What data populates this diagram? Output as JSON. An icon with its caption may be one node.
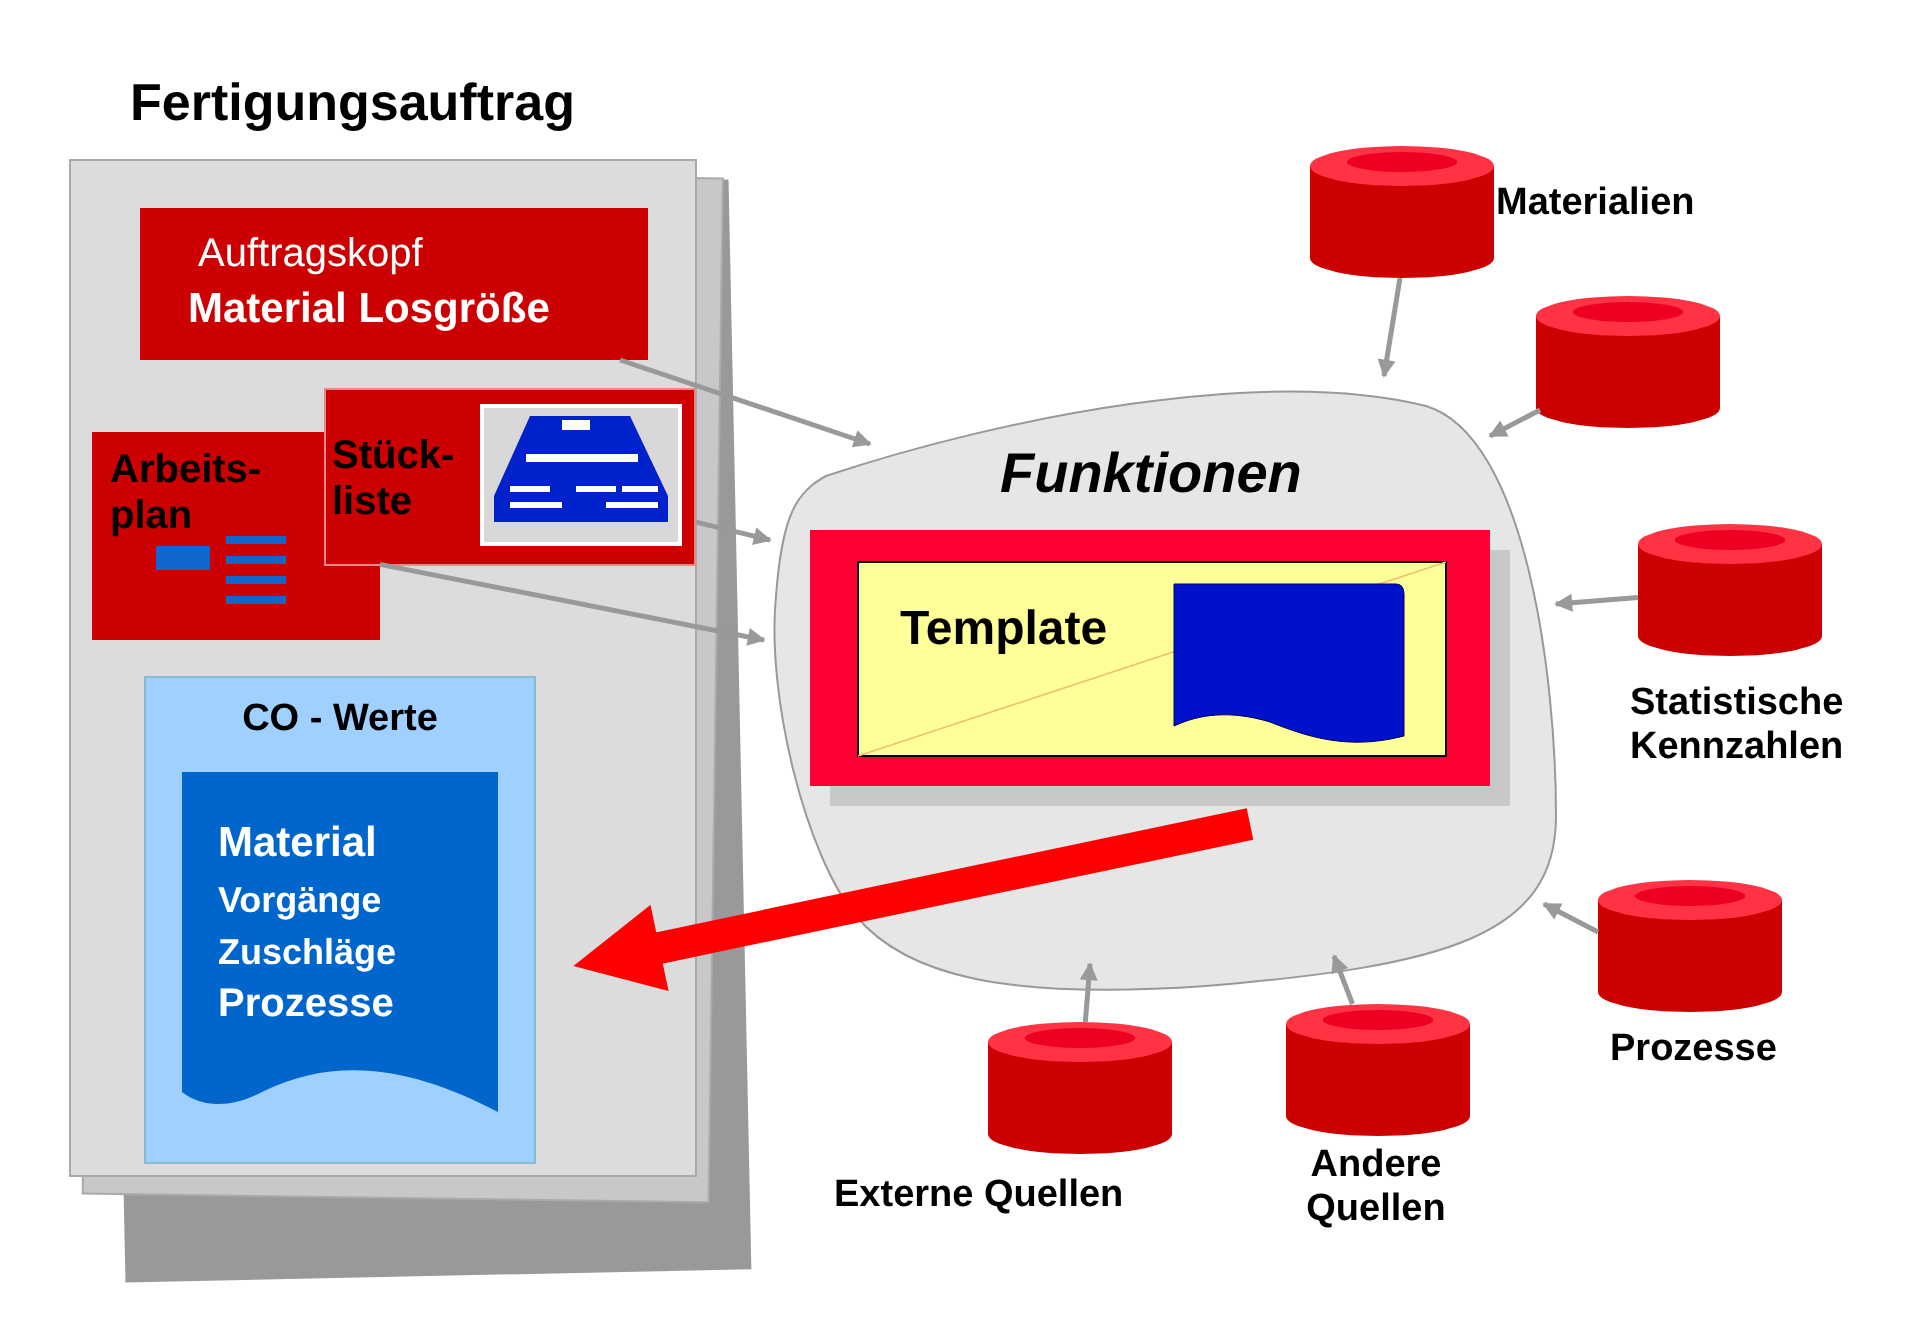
{
  "diagram": {
    "nodes": [
      {
        "text": [
          "Fertigungsauftrag"
        ]
      },
      {
        "text": [
          "Auftragskopf",
          "Material Losgröße"
        ],
        "in": 0
      },
      {
        "text": [
          "Arbeits- plan"
        ],
        "in": 0
      },
      {
        "text": [
          "Stück- liste"
        ],
        "in": 0
      },
      {
        "text": [
          "CO - Werte"
        ],
        "in": 0
      },
      {
        "text": [
          "Material",
          "Vorgänge",
          "Zuschläge",
          "Prozesse"
        ],
        "in": 4
      },
      {
        "text": [
          "Funktionen"
        ]
      },
      {
        "text": [
          "Template"
        ],
        "in": 6
      },
      {
        "text": [
          "Materialien"
        ]
      },
      {
        "text": [],
        "shape": "cylinder"
      },
      {
        "text": [
          "Statistische Kennzahlen"
        ]
      },
      {
        "text": [
          "Prozesse"
        ]
      },
      {
        "text": [
          "Andere Quellen"
        ]
      },
      {
        "text": [
          "Externe Quellen"
        ]
      }
    ],
    "edges": [
      {
        "from": 1,
        "to": 6,
        "arrow": "to"
      },
      {
        "from": 3,
        "to": 6,
        "arrow": "to"
      },
      {
        "from": 2,
        "to": 6,
        "arrow": "to"
      },
      {
        "from": 8,
        "to": 6,
        "arrow": "to"
      },
      {
        "from": 9,
        "to": 6,
        "arrow": "to"
      },
      {
        "from": 10,
        "to": 6,
        "arrow": "to"
      },
      {
        "from": 11,
        "to": 6,
        "arrow": "to"
      },
      {
        "from": 12,
        "to": 6,
        "arrow": "to"
      },
      {
        "from": 13,
        "to": 6,
        "arrow": "to"
      },
      {
        "from": 7,
        "to": 5,
        "arrow": "to",
        "style": "thick",
        "color": "#ff0000"
      }
    ]
  }
}
